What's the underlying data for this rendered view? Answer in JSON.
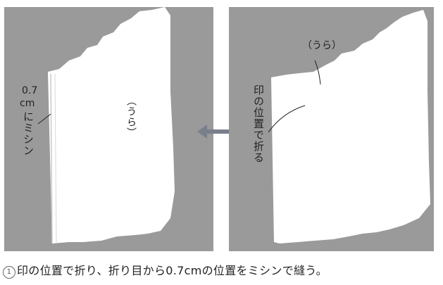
{
  "left_panel": {
    "seam_label_value": "0.7",
    "seam_label_unit": "cm",
    "seam_label_text": "にミシン",
    "side_label": "（うら）"
  },
  "right_panel": {
    "side_label": "（うら）",
    "fold_label": "印の位置で折る"
  },
  "caption": {
    "step_number": "1",
    "text": "印の位置で折り、折り目から0.7cmの位置をミシンで縫う。"
  },
  "colors": {
    "panel_bg": "#9a9a9a",
    "fabric": "#ffffff",
    "arrow": "#7a7f8c"
  }
}
